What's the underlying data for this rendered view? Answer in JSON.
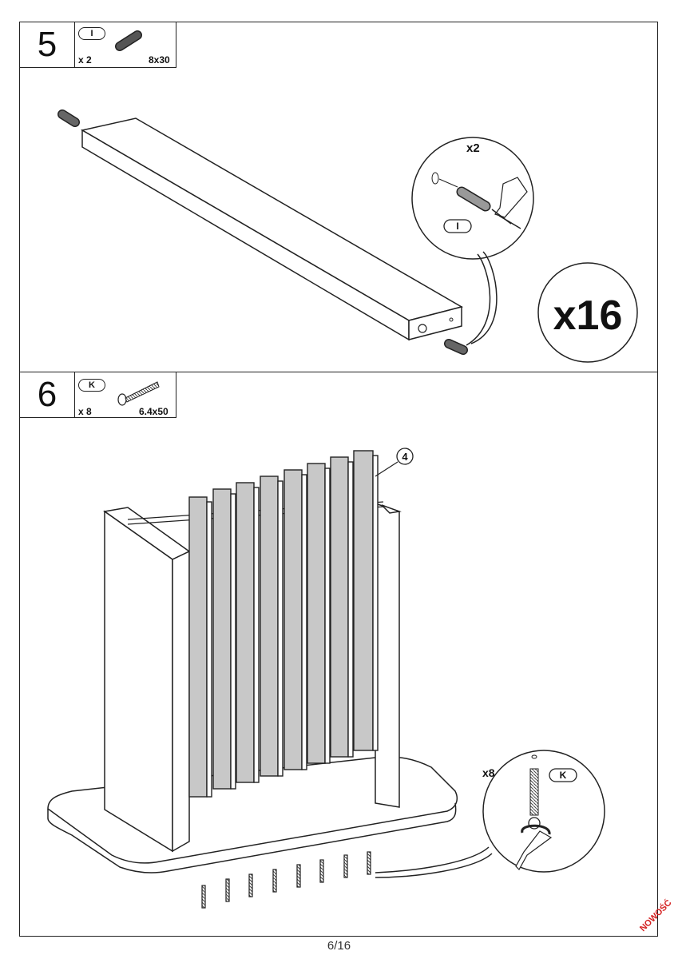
{
  "step5": {
    "number": "5",
    "part_letter": "I",
    "part_qty": "x 2",
    "part_size": "8x30",
    "detail_qty": "x2",
    "detail_part_letter": "I",
    "repeat_count": "x16"
  },
  "step6": {
    "number": "6",
    "part_letter": "K",
    "part_qty": "x 8",
    "part_size": "6.4x50",
    "callout_part": "4",
    "detail_qty": "x8",
    "detail_part_letter": "K"
  },
  "footer": {
    "page": "6/16",
    "stamp": "NOWOŚĆ"
  },
  "colors": {
    "line": "#222222",
    "panel_fill": "#c8c8c8",
    "stamp": "#d42020"
  }
}
